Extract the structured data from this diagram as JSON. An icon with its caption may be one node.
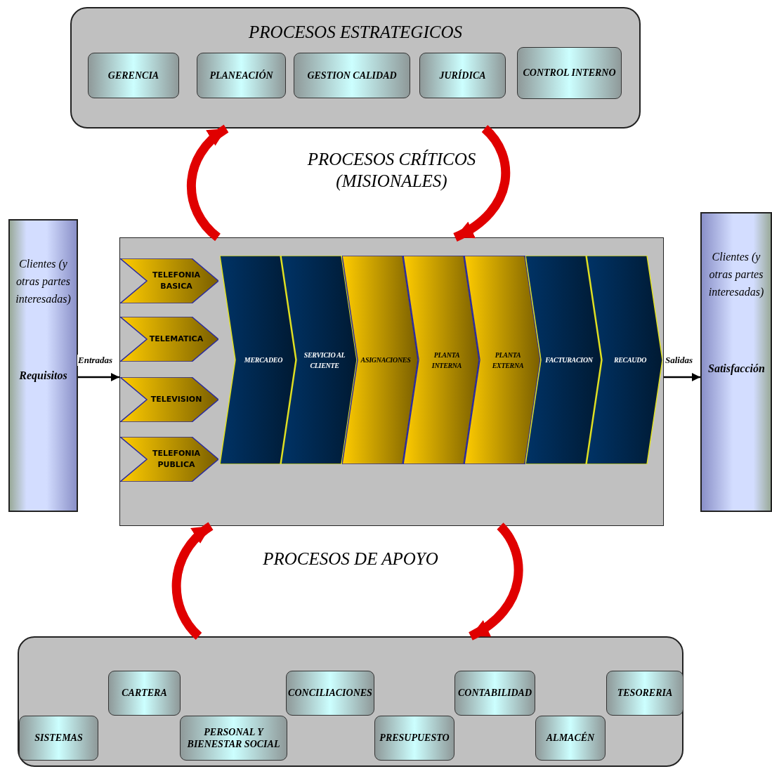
{
  "diagram": {
    "nodes": [
      {
        "text": [
          "PROCESOS ESTRATEGICOS"
        ]
      },
      {
        "text": [
          "GERENCIA"
        ],
        "in": 0
      },
      {
        "text": [
          "PLANEACIÓN"
        ],
        "in": 0
      },
      {
        "text": [
          "GESTION CALIDAD"
        ],
        "in": 0
      },
      {
        "text": [
          "JURÍDICA"
        ],
        "in": 0
      },
      {
        "text": [
          "CONTROL INTERNO"
        ],
        "in": 0
      },
      {
        "text": [
          "Clientes (y otras partes interesadas)",
          "Requisitos"
        ]
      },
      {
        "text": [
          "PROCESOS CRÍTICOS (MISIONALES)"
        ]
      },
      {
        "text": [
          "TELEFONIA BASICA"
        ],
        "in": 7
      },
      {
        "text": [
          "TELEMATICA"
        ],
        "in": 7
      },
      {
        "text": [
          "TELEVISION"
        ],
        "in": 7
      },
      {
        "text": [
          "TELEFONIA PUBLICA"
        ],
        "in": 7
      },
      {
        "text": [
          "MERCADEO"
        ],
        "in": 7
      },
      {
        "text": [
          "SERVICIO AL CLIENTE"
        ],
        "in": 7
      },
      {
        "text": [
          "ASIGNACIONES"
        ],
        "in": 7
      },
      {
        "text": [
          "PLANTA INTERNA"
        ],
        "in": 7
      },
      {
        "text": [
          "PLANTA EXTERNA"
        ],
        "in": 7
      },
      {
        "text": [
          "FACTURACION"
        ],
        "in": 7
      },
      {
        "text": [
          "RECAUDO"
        ],
        "in": 7
      },
      {
        "text": [
          "Clientes (y otras partes interesadas)",
          "Satisfacción"
        ]
      },
      {
        "text": [
          "PROCESOS DE APOYO"
        ]
      },
      {
        "text": [
          "CARTERA"
        ],
        "in": 20
      },
      {
        "text": [
          "CONCILIACIONES"
        ],
        "in": 20
      },
      {
        "text": [
          "CONTABILIDAD"
        ],
        "in": 20
      },
      {
        "text": [
          "TESORERIA"
        ],
        "in": 20
      },
      {
        "text": [
          "SISTEMAS"
        ],
        "in": 20
      },
      {
        "text": [
          "PERSONAL Y BIENESTAR SOCIAL"
        ],
        "in": 20
      },
      {
        "text": [
          "PRESUPUESTO"
        ],
        "in": 20
      },
      {
        "text": [
          "ALMACÉN"
        ],
        "in": 20
      }
    ],
    "edges": [
      {
        "from": 7,
        "to": 0,
        "arrow": "to"
      },
      {
        "from": 0,
        "to": 7,
        "arrow": "to"
      },
      {
        "from": 6,
        "to": 7,
        "arrow": "to",
        "label": "Entradas",
        "color": "#000000"
      },
      {
        "from": 7,
        "to": 19,
        "arrow": "to",
        "label": "Salidas",
        "color": "#000000"
      },
      {
        "from": 20,
        "to": 7,
        "arrow": "to"
      },
      {
        "from": 7,
        "to": 20,
        "arrow": "to"
      }
    ]
  }
}
